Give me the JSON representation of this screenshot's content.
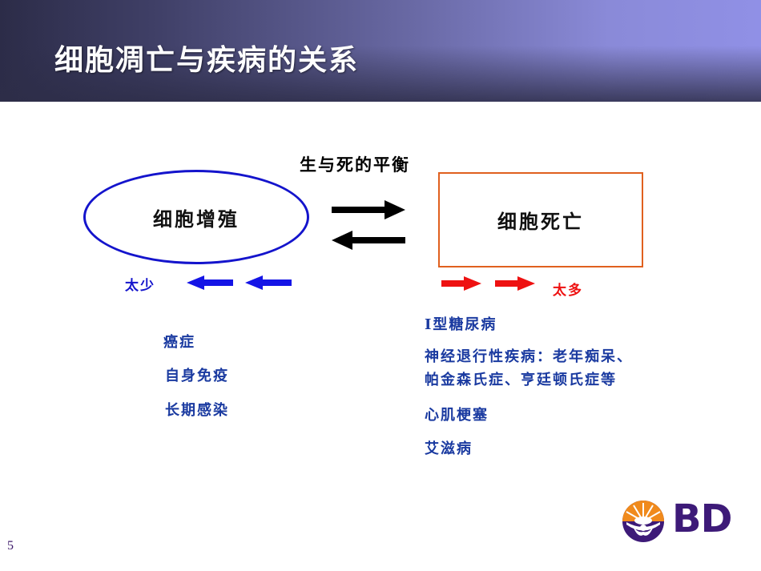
{
  "slide": {
    "title": "细胞凋亡与疾病的关系",
    "page_number": "5",
    "colors": {
      "ellipse_border": "#1414cc",
      "rect_border": "#e0601e",
      "left_arrows": "#1414e6",
      "right_arrows": "#ee1111",
      "list_text": "#1a3aa0",
      "logo_purple": "#3d1a78",
      "logo_orange": "#f08a1c"
    }
  },
  "diagram": {
    "balance_label": "生与死的平衡",
    "left_node": "细胞增殖",
    "right_node": "细胞死亡",
    "left_side_label": "太少",
    "right_side_label": "太多"
  },
  "left_list": {
    "items": [
      "癌症",
      "自身免疫",
      "长期感染"
    ]
  },
  "right_list": {
    "items": [
      "I型糖尿病",
      "神经退行性疾病：老年痴呆、",
      "帕金森氏症、亨廷顿氏症等",
      "心肌梗塞",
      "艾滋病"
    ]
  },
  "logo": {
    "text": "BD",
    "icon": "bd-sun-logo-icon"
  }
}
